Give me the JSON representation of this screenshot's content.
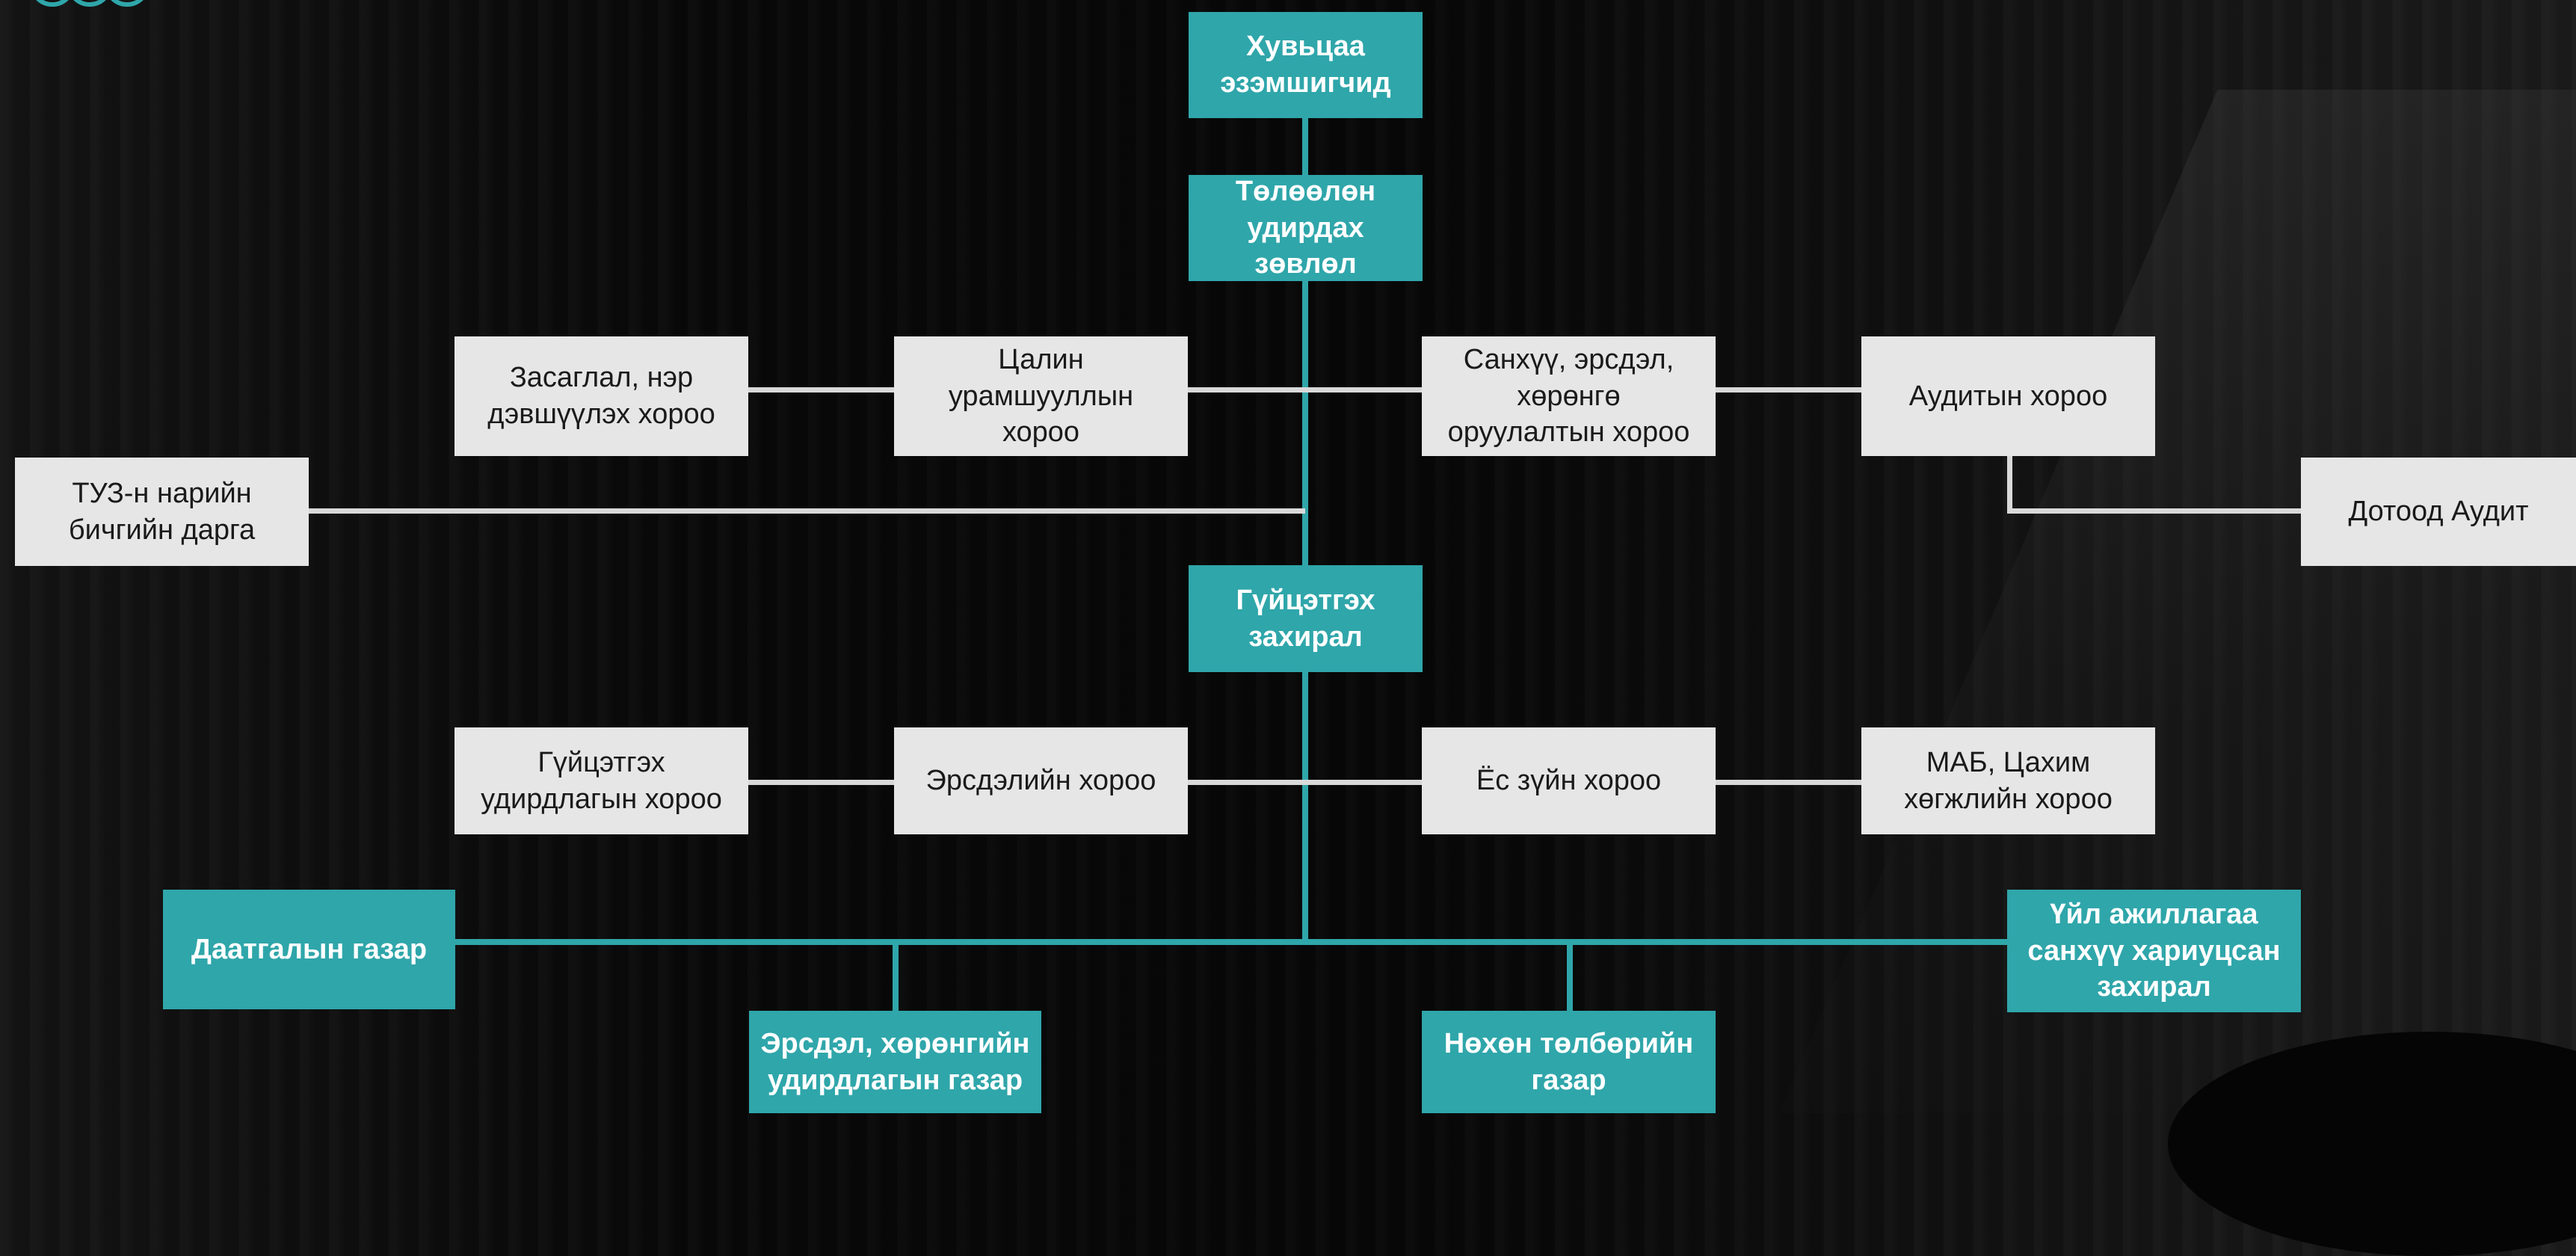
{
  "colors": {
    "teal": "#2fa6aa",
    "grey_box": "#e6e6e7",
    "background": "#0a0a0a"
  },
  "diagram": {
    "shareholders": "Хувьцаа\nэзэмшигчид",
    "board": "Төлөөлөн\nудирдах зөвлөл",
    "governance_committee": "Засаглал, нэр\nдэвшүүлэх хороо",
    "remuneration_committee": "Цалин\nурамшууллын\nхороо",
    "finance_risk_committee": "Санхүү, эрсдэл,\nхөрөнгө\nоруулалтын хороо",
    "audit_committee": "Аудитын хороо",
    "board_secretary": "ТУЗ-н нарийн\nбичгийн дарга",
    "internal_audit": "Дотоод Аудит",
    "ceo": "Гүйцэтгэх\nзахирал",
    "exec_committee": "Гүйцэтгэх\nудирдлагын хороо",
    "risk_committee": "Эрсдэлийн хороо",
    "ethics_committee": "Ёс зүйн хороо",
    "it_committee": "МАБ, Цахим\nхөгжлийн хороо",
    "insurance_dept": "Даатгалын газар",
    "coo": "Үйл ажиллагаа\nсанхүү хариуцсан\nзахирал",
    "risk_asset_dept": "Эрсдэл, хөрөнгийн\nудирдлагын газар",
    "claims_dept": "Нөхөн төлбөрийн\nгазар"
  }
}
